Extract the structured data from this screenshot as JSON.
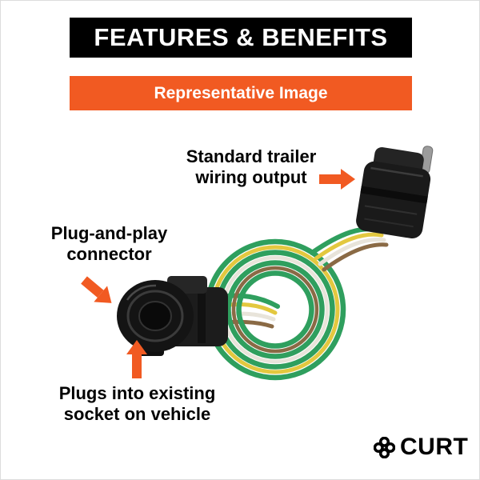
{
  "header": {
    "title": "FEATURES & BENEFITS"
  },
  "banner": {
    "label": "Representative Image"
  },
  "callouts": {
    "wiring_output": {
      "line1": "Standard trailer",
      "line2": "wiring output"
    },
    "plug_connector": {
      "line1": "Plug-and-play",
      "line2": "connector"
    },
    "vehicle_socket": {
      "line1": "Plugs into existing",
      "line2": "socket on vehicle"
    }
  },
  "logo": {
    "brand": "CURT"
  },
  "colors": {
    "accent_orange": "#F15A22",
    "header_black": "#000000",
    "wire_green": "#2f9f5e",
    "wire_yellow": "#e3c83f",
    "wire_white": "#e8e4da",
    "wire_brown": "#8a6a45",
    "connector_black": "#1a1a1a"
  }
}
